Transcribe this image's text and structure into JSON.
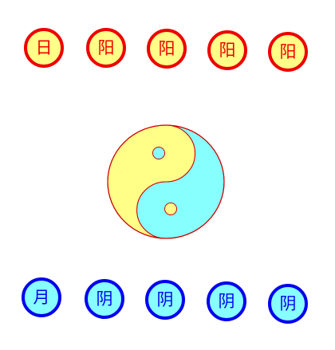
{
  "top_row": {
    "pieces": [
      "日",
      "阳",
      "阳",
      "阳",
      "阳"
    ]
  },
  "bottom_row": {
    "pieces": [
      "月",
      "阴",
      "阴",
      "阴",
      "阴"
    ]
  },
  "colors": {
    "yang_fill": "#ffff88",
    "yang_text": "#ee0000",
    "yin_fill": "#88ffff",
    "yin_text": "#0000ee",
    "taiji_outline": "#cc0000"
  },
  "center": {
    "icon": "taiji-icon"
  }
}
